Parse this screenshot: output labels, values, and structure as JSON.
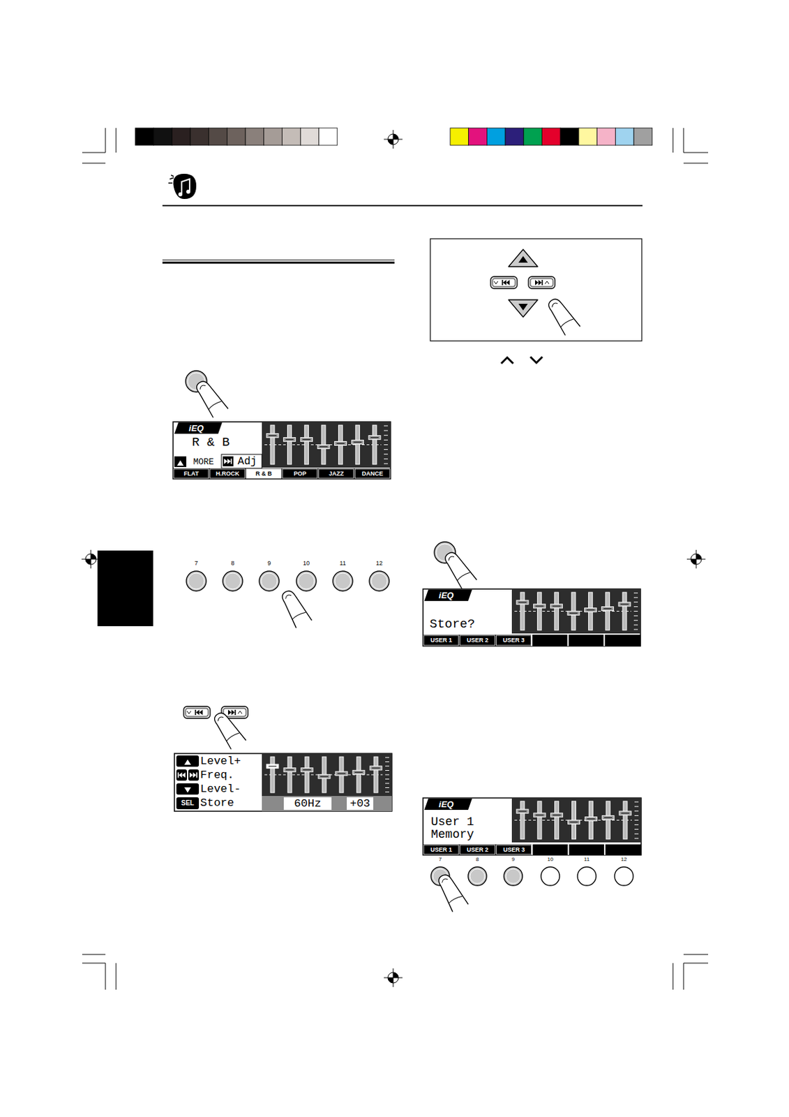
{
  "diagram": {
    "labels": [
      "iEQ",
      "R & B",
      "MORE",
      "Adj",
      "FLAT",
      "H.ROCK",
      "R & B",
      "POP",
      "JAZZ",
      "DANCE",
      "7",
      "8",
      "9",
      "10",
      "11",
      "12",
      "Level+",
      "Freq.",
      "Level-",
      "SEL",
      "Store",
      "60Hz",
      "+03",
      "iEQ",
      "Store?",
      "USER 1",
      "USER 2",
      "USER 3",
      "iEQ",
      "User 1 Memory",
      "USER 1",
      "USER 2",
      "USER 3",
      "7",
      "8",
      "9",
      "10",
      "11",
      "12"
    ]
  }
}
